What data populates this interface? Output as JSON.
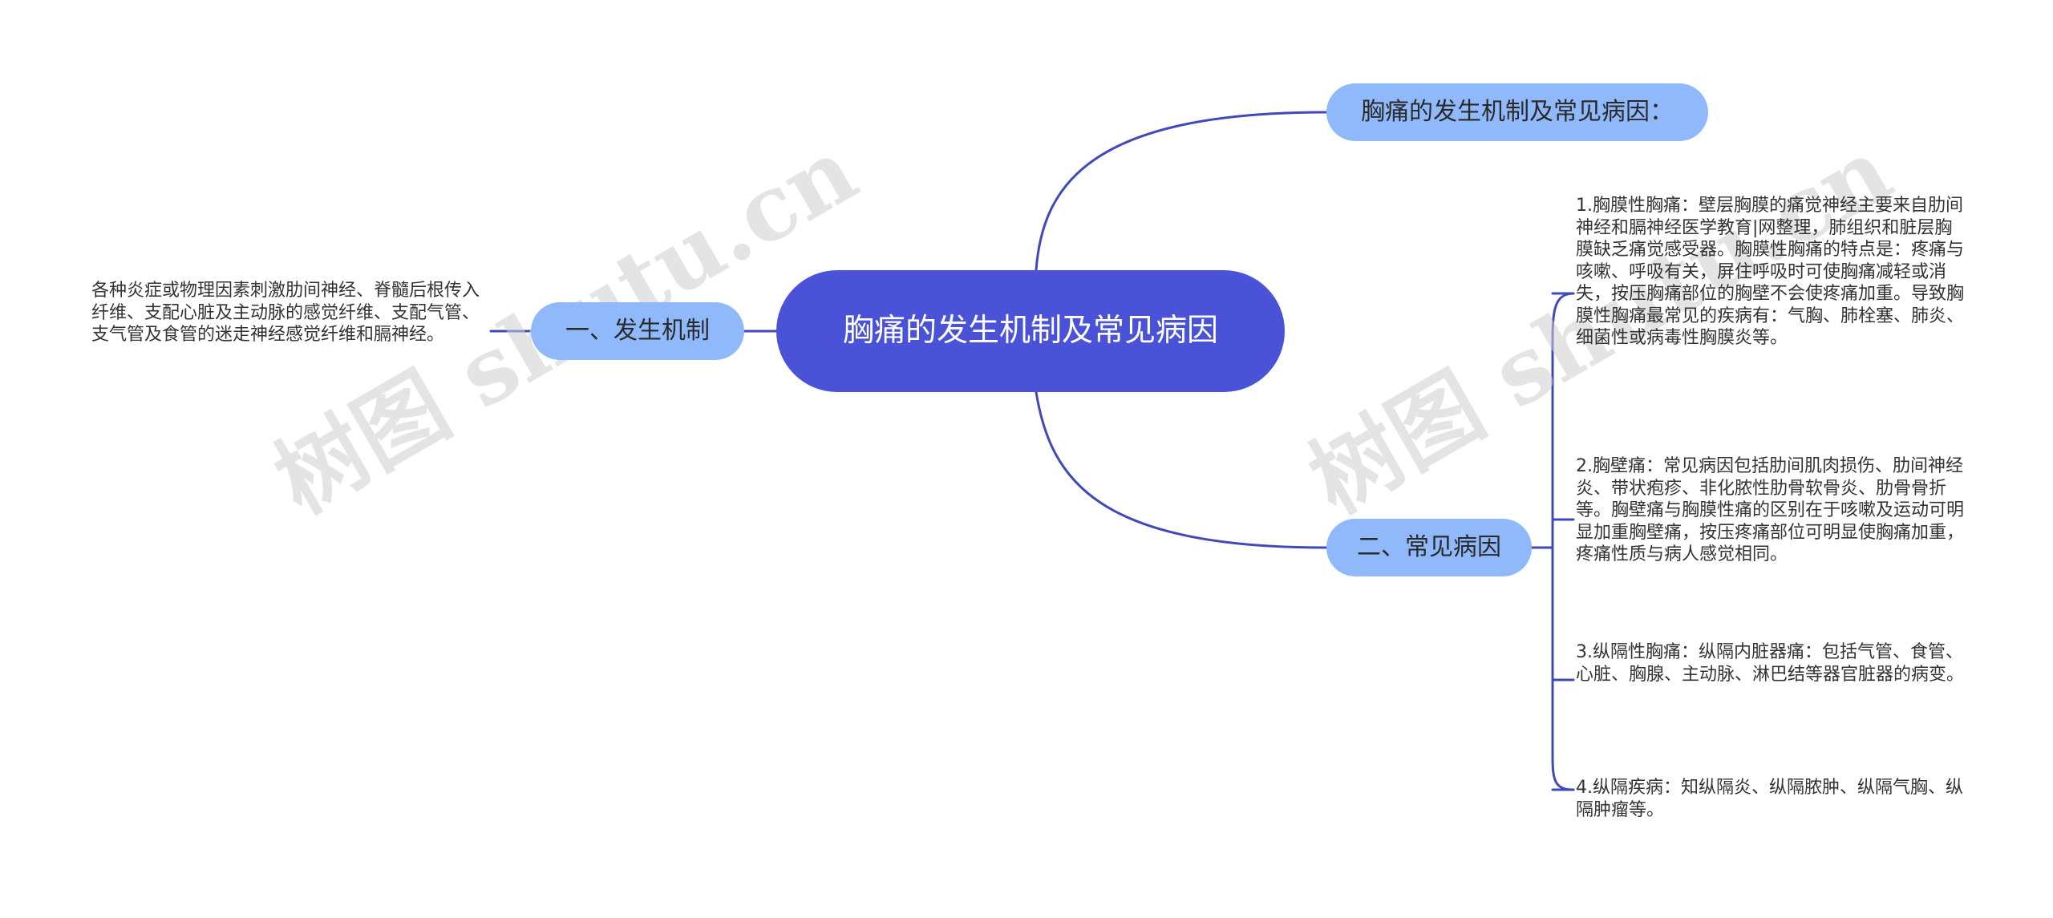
{
  "colors": {
    "central_fill": "#4a52d8",
    "branch_fill": "#8fb9fb",
    "connector": "#3f49b8",
    "background": "#ffffff"
  },
  "central": {
    "label": "胸痛的发生机制及常见病因"
  },
  "branches": [
    {
      "label": "胸痛的发生机制及常见病因："
    },
    {
      "label": "一、发生机制",
      "leaves": [
        "各种炎症或物理因素刺激肋间神经、脊髓后根传入纤维、支配心脏及主动脉的感觉纤维、支配气管、支气管及食管的迷走神经感觉纤维和膈神经。"
      ]
    },
    {
      "label": "二、常见病因",
      "leaves": [
        "1.胸膜性胸痛：壁层胸膜的痛觉神经主要来自肋间神经和膈神经医学教育|网整理，肺组织和脏层胸膜缺乏痛觉感受器。胸膜性胸痛的特点是：疼痛与咳嗽、呼吸有关，屏住呼吸时可使胸痛减轻或消失，按压胸痛部位的胸壁不会使疼痛加重。导致胸膜性胸痛最常见的疾病有：气胸、肺栓塞、肺炎、细菌性或病毒性胸膜炎等。",
        "2.胸壁痛：常见病因包括肋间肌肉损伤、肋间神经炎、带状疱疹、非化脓性肋骨软骨炎、肋骨骨折等。胸壁痛与胸膜性痛的区别在于咳嗽及运动可明显加重胸壁痛，按压疼痛部位可明显使胸痛加重，疼痛性质与病人感觉相同。",
        "3.纵隔性胸痛：纵隔内脏器痛：包括气管、食管、心脏、胸腺、主动脉、淋巴结等器官脏器的病变。",
        "4.纵隔疾病：知纵隔炎、纵隔脓肿、纵隔气胸、纵隔肿瘤等。"
      ]
    }
  ],
  "watermarks": [
    "树图 shutu.cn",
    "树图 shutu.cn"
  ]
}
